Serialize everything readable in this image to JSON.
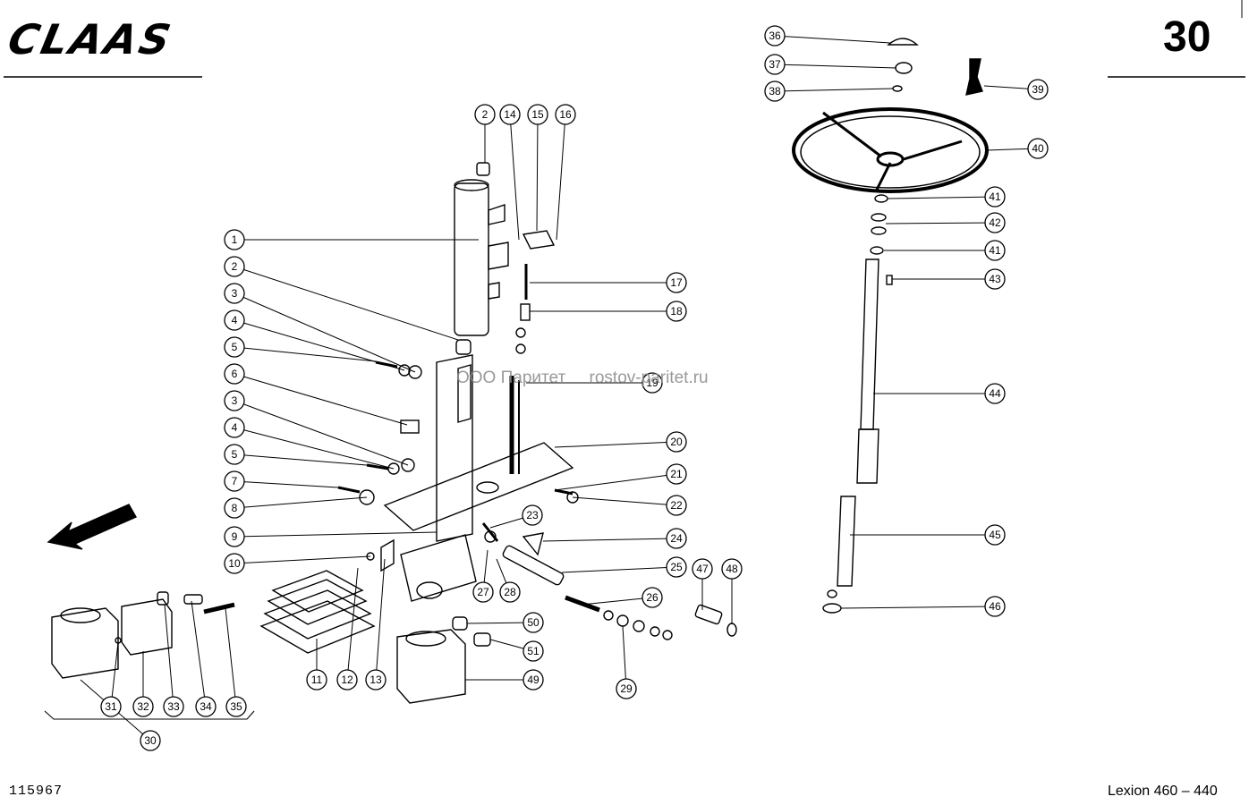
{
  "header": {
    "logo_text": "CLAAS",
    "page_number": "30"
  },
  "footer": {
    "doc_number": "115967",
    "model": "Lexion 460 – 440"
  },
  "watermark": "ООО Паритет     rostov-paritet.ru",
  "callouts": [
    "1",
    "2",
    "3",
    "4",
    "5",
    "6",
    "3",
    "4",
    "5",
    "7",
    "8",
    "9",
    "10",
    "2",
    "14",
    "15",
    "16",
    "17",
    "18",
    "19",
    "20",
    "21",
    "22",
    "23",
    "24",
    "25",
    "26",
    "27",
    "28",
    "29",
    "11",
    "12",
    "13",
    "47",
    "48",
    "50",
    "51",
    "49",
    "31",
    "32",
    "33",
    "34",
    "35",
    "30",
    "36",
    "37",
    "38",
    "39",
    "40",
    "41",
    "42",
    "41",
    "43",
    "44",
    "45",
    "46"
  ]
}
